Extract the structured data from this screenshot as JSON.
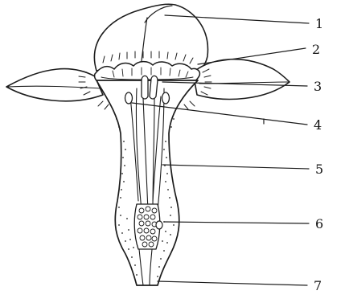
{
  "labels": [
    "1",
    "2",
    "3",
    "4",
    "5",
    "6",
    "7"
  ],
  "colors": {
    "ink": "#1c1c1c",
    "paper": "#ffffff"
  }
}
